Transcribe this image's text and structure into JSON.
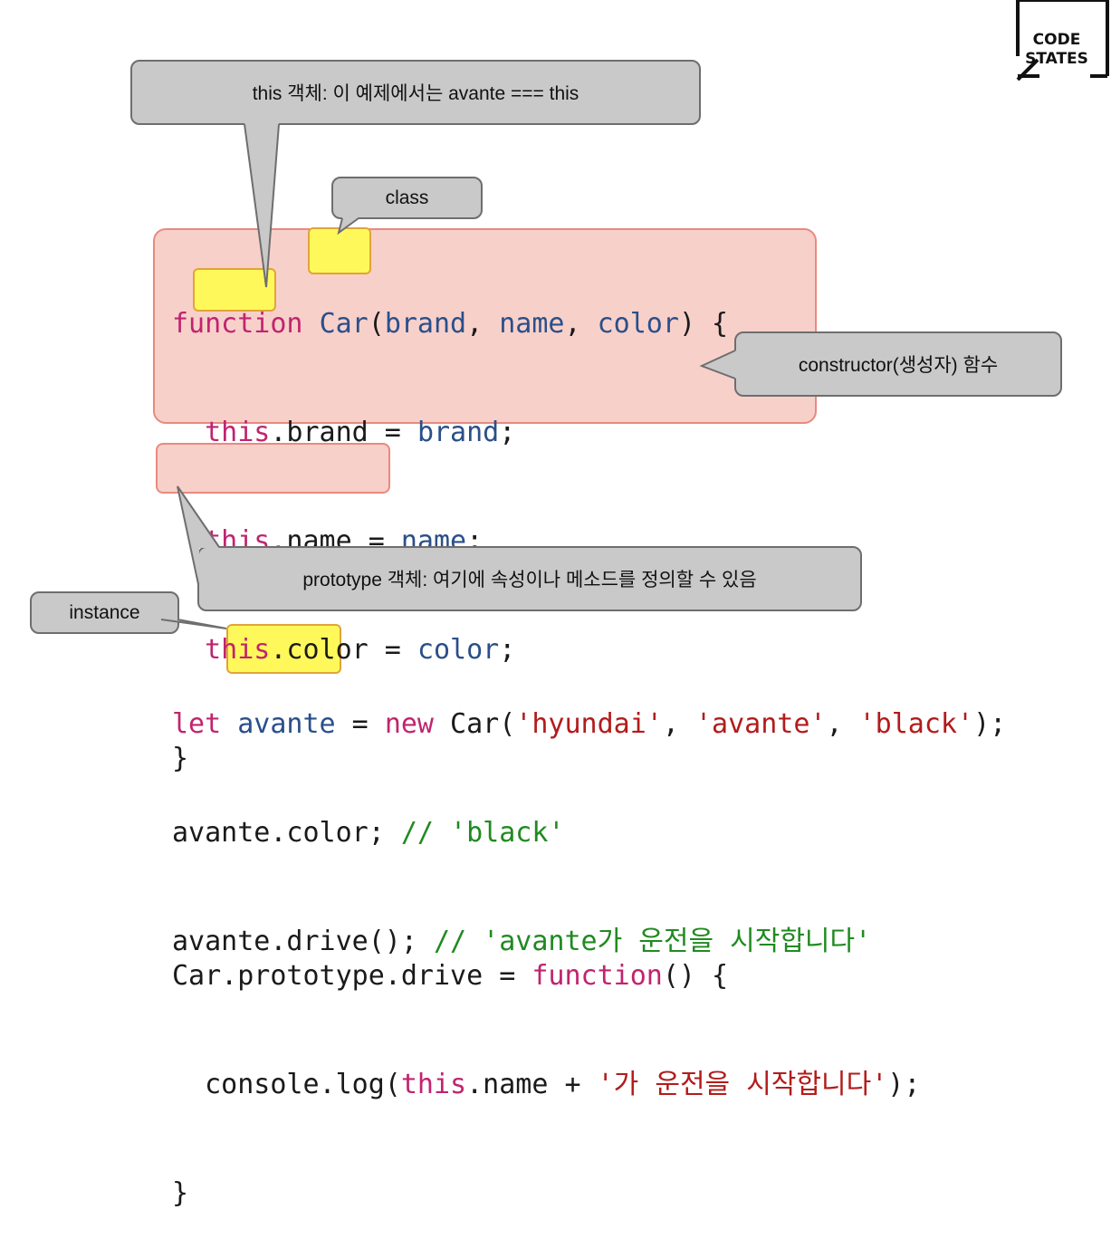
{
  "logo": {
    "line1": "CODE",
    "line2": "STATES"
  },
  "callouts": {
    "this_object": "this 객체: 이 예제에서는 avante === this",
    "class": "class",
    "constructor": "constructor(생성자) 함수",
    "prototype_object": "prototype 객체: 여기에 속성이나 메소드를 정의할 수 있음",
    "instance": "instance"
  },
  "code": {
    "l1": {
      "kw": "function",
      "sp": " ",
      "cls": "Car",
      "open": "(",
      "p1": "brand",
      "c1": ", ",
      "p2": "name",
      "c2": ", ",
      "p3": "color",
      "close": ") {"
    },
    "l2": {
      "indent": "  ",
      "this": "this",
      "prop": ".brand = ",
      "val": "brand",
      "end": ";"
    },
    "l3": {
      "indent": "  ",
      "this": "this",
      "prop": ".name = ",
      "val": "name",
      "end": ";"
    },
    "l4": {
      "indent": "  ",
      "this": "this",
      "prop": ".color = ",
      "val": "color",
      "end": ";"
    },
    "l5": {
      "text": "}"
    },
    "l6": {
      "target": "Car.prototype",
      "rest": ".drive = ",
      "kw": "function",
      "end": "() {"
    },
    "l7": {
      "indent": "  ",
      "pre": "console.log(",
      "this": "this",
      "mid": ".name + ",
      "str": "'가 운전을 시작합니다'",
      "end": ");"
    },
    "l8": {
      "text": "}"
    },
    "l9": {
      "kw": "let",
      "sp": " ",
      "inst": "avante",
      "eq": " = ",
      "kw2": "new",
      "call": " Car(",
      "s1": "'hyundai'",
      "c1": ", ",
      "s2": "'avante'",
      "c2": ", ",
      "s3": "'black'",
      "end": ");"
    },
    "l10": {
      "pre": "avante.color; ",
      "cmt": "// 'black'"
    },
    "l11": {
      "pre": "avante.drive(); ",
      "cmt": "// 'avante가 운전을 시작합니다'"
    }
  }
}
